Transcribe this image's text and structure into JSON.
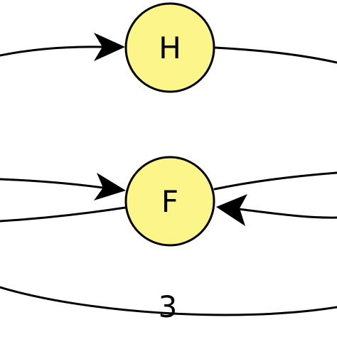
{
  "colors": {
    "node_fill": "#fbf58a",
    "stroke": "#000000",
    "background": "#ffffff"
  },
  "nodes": [
    {
      "id": "H",
      "label": "H"
    },
    {
      "id": "F",
      "label": "F"
    }
  ],
  "edges": [
    {
      "from": "offscreen-left",
      "to": "H",
      "label": ""
    },
    {
      "from": "H",
      "to": "offscreen-right",
      "label": ""
    },
    {
      "from": "offscreen-left",
      "to": "F",
      "label": ""
    },
    {
      "from": "F",
      "to": "offscreen-left",
      "label": ""
    },
    {
      "from": "F",
      "to": "offscreen-right",
      "label": ""
    },
    {
      "from": "offscreen-right",
      "to": "F",
      "label": ""
    },
    {
      "from": "offscreen-left",
      "to": "offscreen-right",
      "label": "3"
    }
  ]
}
